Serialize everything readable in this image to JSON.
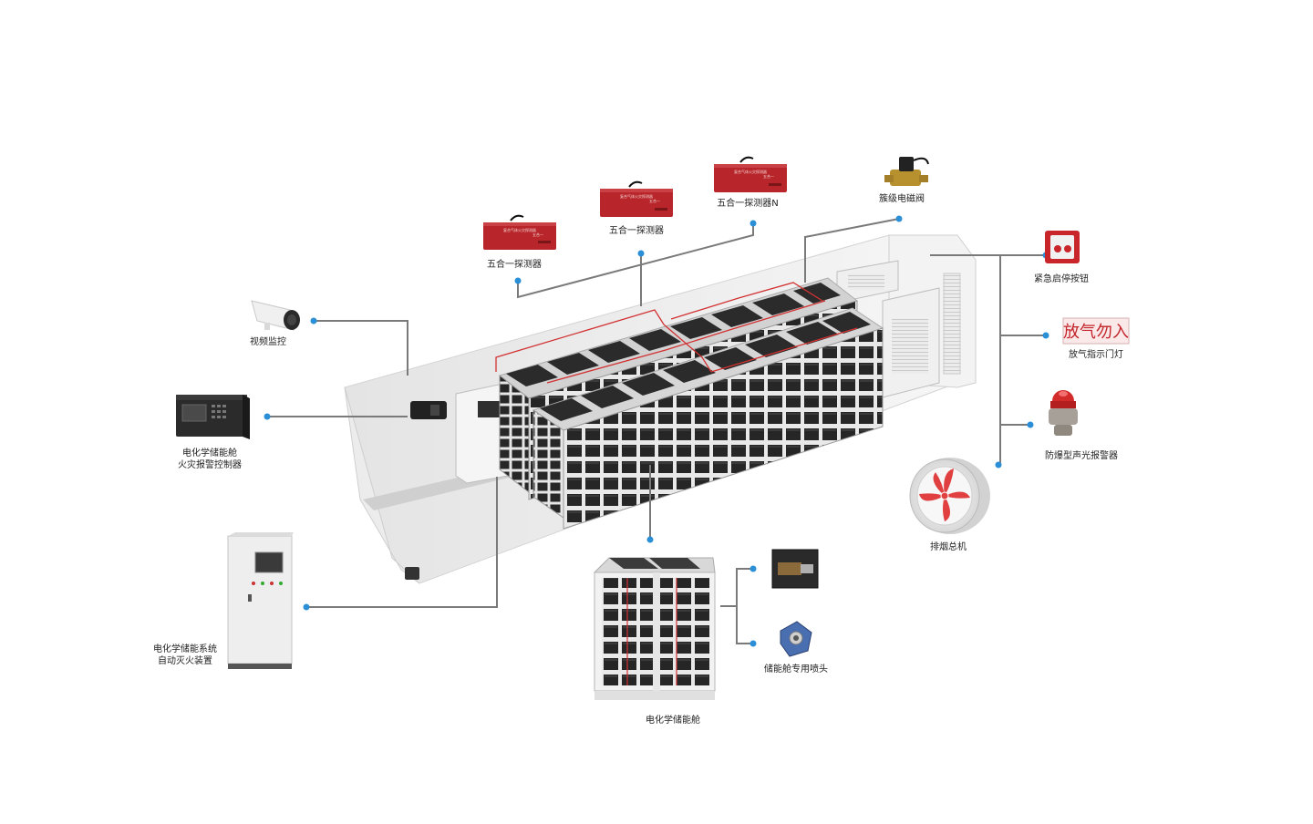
{
  "labels": {
    "detector_1": "五合一探测器",
    "detector_2": "五合一探测器",
    "detector_n": "五合一探测器N",
    "solenoid_valve": "簇级电磁阀",
    "video_monitor": "视频监控",
    "alarm_controller_line1": "电化学储能舱",
    "alarm_controller_line2": "火灾报警控制器",
    "extinguisher_line1": "电化学储能系统",
    "extinguisher_line2": "自动灭火装置",
    "battery_cabin": "电化学储能舱",
    "nozzle": "储能舱专用喷头",
    "emergency_button": "紧急启停按钮",
    "gas_release_sign": "放气指示门灯",
    "explosion_alarm": "防爆型声光报警器",
    "exhaust_fan": "排烟总机"
  },
  "device_text": {
    "gas_sign_text": "放气勿入",
    "detector_panel_line1": "复合气体火灾探测器",
    "detector_panel_line2": "五合一"
  },
  "colors": {
    "connector_line": "#7a7a7a",
    "connector_dot": "#2a8fd6",
    "detector_red": "#b8262b",
    "wiring_red": "#d23232",
    "rack_dark": "#2c2c2c",
    "frame_white": "#f4f4f4"
  }
}
